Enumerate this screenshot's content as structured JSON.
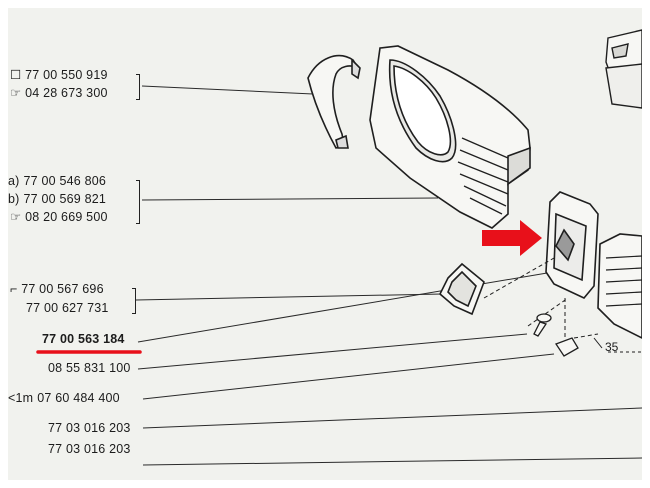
{
  "labels": [
    {
      "prefix": "",
      "value": "77 00 550 919"
    },
    {
      "prefix": "",
      "value": "04 28 673 300"
    },
    {
      "prefix": "a)",
      "value": "77 00 546 806"
    },
    {
      "prefix": "b)",
      "value": "77 00 569 821"
    },
    {
      "prefix": "",
      "value": "08 20 669 500"
    },
    {
      "prefix": "",
      "value": "77 00 567 696"
    },
    {
      "prefix": "",
      "value": "77 00 627 731"
    },
    {
      "prefix": "",
      "value": "77 00 563 184"
    },
    {
      "prefix": "",
      "value": "08 55 831 100"
    },
    {
      "prefix": "1m",
      "value": "07 60 484 400"
    },
    {
      "prefix": "",
      "value": "77 03 016 203"
    },
    {
      "prefix": "",
      "value": "77 03 016 203"
    }
  ],
  "highlight": {
    "label_index": 7,
    "underline_color": "#e8101a"
  },
  "arrow": {
    "color": "#e8101a"
  },
  "dimension": {
    "value": "35"
  },
  "colors": {
    "ink": "#1c1c1c",
    "paper": "#f1f2ee"
  }
}
